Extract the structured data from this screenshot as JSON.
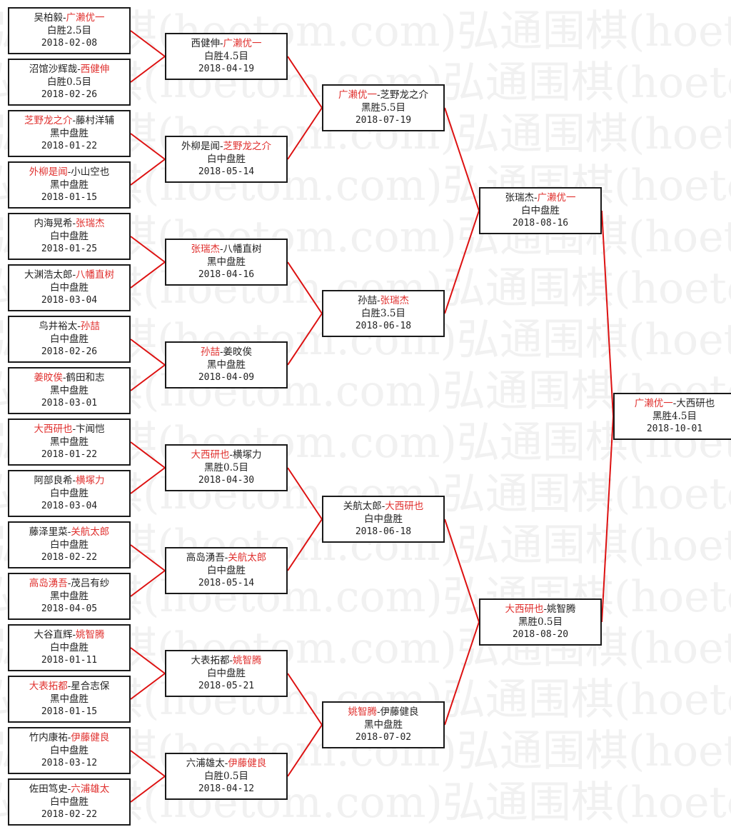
{
  "watermark_text": "弘通围棋(hoetom.com)弘通围棋(hoetom.com)弘通围棋(hoetom.com)",
  "colors": {
    "winner": "#e0302e",
    "line": "#dd1111",
    "border": "#1a1a1a"
  },
  "rounds": [
    {
      "name": "round-1",
      "matches": [
        {
          "p1": "吴柏毅",
          "p2": "广濑优一",
          "winner": 2,
          "result": "白胜2.5目",
          "date": "2018-02-08"
        },
        {
          "p1": "沼馆沙辉哉",
          "p2": "西健伸",
          "winner": 2,
          "result": "白胜0.5目",
          "date": "2018-02-26"
        },
        {
          "p1": "芝野龙之介",
          "p2": "藤村洋辅",
          "winner": 1,
          "result": "黑中盘胜",
          "date": "2018-01-22"
        },
        {
          "p1": "外柳是闻",
          "p2": "小山空也",
          "winner": 1,
          "result": "黑中盘胜",
          "date": "2018-01-15"
        },
        {
          "p1": "内海晃希",
          "p2": "张瑞杰",
          "winner": 2,
          "result": "白中盘胜",
          "date": "2018-01-25"
        },
        {
          "p1": "大渊浩太郎",
          "p2": "八幡直树",
          "winner": 2,
          "result": "白中盘胜",
          "date": "2018-03-04"
        },
        {
          "p1": "鸟井裕太",
          "p2": "孙喆",
          "winner": 2,
          "result": "白中盘胜",
          "date": "2018-02-26"
        },
        {
          "p1": "姜旼俟",
          "p2": "鹤田和志",
          "winner": 1,
          "result": "黑中盘胜",
          "date": "2018-03-01"
        },
        {
          "p1": "大西研也",
          "p2": "卞闻恺",
          "winner": 1,
          "result": "黑中盘胜",
          "date": "2018-01-22"
        },
        {
          "p1": "阿部良希",
          "p2": "横塚力",
          "winner": 2,
          "result": "白中盘胜",
          "date": "2018-03-04"
        },
        {
          "p1": "藤泽里菜",
          "p2": "关航太郎",
          "winner": 2,
          "result": "白中盘胜",
          "date": "2018-02-22"
        },
        {
          "p1": "高岛湧吾",
          "p2": "茂吕有纱",
          "winner": 1,
          "result": "黑中盘胜",
          "date": "2018-04-05"
        },
        {
          "p1": "大谷直辉",
          "p2": "姚智腾",
          "winner": 2,
          "result": "白中盘胜",
          "date": "2018-01-11"
        },
        {
          "p1": "大表拓都",
          "p2": "星合志保",
          "winner": 1,
          "result": "黑中盘胜",
          "date": "2018-01-15"
        },
        {
          "p1": "竹内康祐",
          "p2": "伊藤健良",
          "winner": 2,
          "result": "白中盘胜",
          "date": "2018-03-12"
        },
        {
          "p1": "佐田笃史",
          "p2": "六浦雄太",
          "winner": 2,
          "result": "白中盘胜",
          "date": "2018-02-22"
        }
      ]
    },
    {
      "name": "round-2",
      "matches": [
        {
          "p1": "西健伸",
          "p2": "广濑优一",
          "winner": 2,
          "result": "白胜4.5目",
          "date": "2018-04-19"
        },
        {
          "p1": "外柳是闻",
          "p2": "芝野龙之介",
          "winner": 2,
          "result": "白中盘胜",
          "date": "2018-05-14"
        },
        {
          "p1": "张瑞杰",
          "p2": "八幡直树",
          "winner": 1,
          "result": "黑中盘胜",
          "date": "2018-04-16"
        },
        {
          "p1": "孙喆",
          "p2": "姜旼俟",
          "winner": 1,
          "result": "黑中盘胜",
          "date": "2018-04-09"
        },
        {
          "p1": "大西研也",
          "p2": "横塚力",
          "winner": 1,
          "result": "黑胜0.5目",
          "date": "2018-04-30"
        },
        {
          "p1": "高岛湧吾",
          "p2": "关航太郎",
          "winner": 2,
          "result": "白中盘胜",
          "date": "2018-05-14"
        },
        {
          "p1": "大表拓都",
          "p2": "姚智腾",
          "winner": 2,
          "result": "白中盘胜",
          "date": "2018-05-21"
        },
        {
          "p1": "六浦雄太",
          "p2": "伊藤健良",
          "winner": 2,
          "result": "白胜0.5目",
          "date": "2018-04-12"
        }
      ]
    },
    {
      "name": "round-3",
      "matches": [
        {
          "p1": "广濑优一",
          "p2": "芝野龙之介",
          "winner": 1,
          "result": "黑胜5.5目",
          "date": "2018-07-19"
        },
        {
          "p1": "孙喆",
          "p2": "张瑞杰",
          "winner": 2,
          "result": "白胜3.5目",
          "date": "2018-06-18"
        },
        {
          "p1": "关航太郎",
          "p2": "大西研也",
          "winner": 2,
          "result": "白中盘胜",
          "date": "2018-06-18"
        },
        {
          "p1": "姚智腾",
          "p2": "伊藤健良",
          "winner": 1,
          "result": "黑中盘胜",
          "date": "2018-07-02"
        }
      ]
    },
    {
      "name": "semifinal",
      "matches": [
        {
          "p1": "张瑞杰",
          "p2": "广濑优一",
          "winner": 2,
          "result": "白中盘胜",
          "date": "2018-08-16"
        },
        {
          "p1": "大西研也",
          "p2": "姚智腾",
          "winner": 1,
          "result": "黑胜0.5目",
          "date": "2018-08-20"
        }
      ]
    },
    {
      "name": "final",
      "matches": [
        {
          "p1": "广濑优一",
          "p2": "大西研也",
          "winner": 1,
          "result": "黑胜4.5目",
          "date": "2018-10-01"
        }
      ]
    }
  ]
}
